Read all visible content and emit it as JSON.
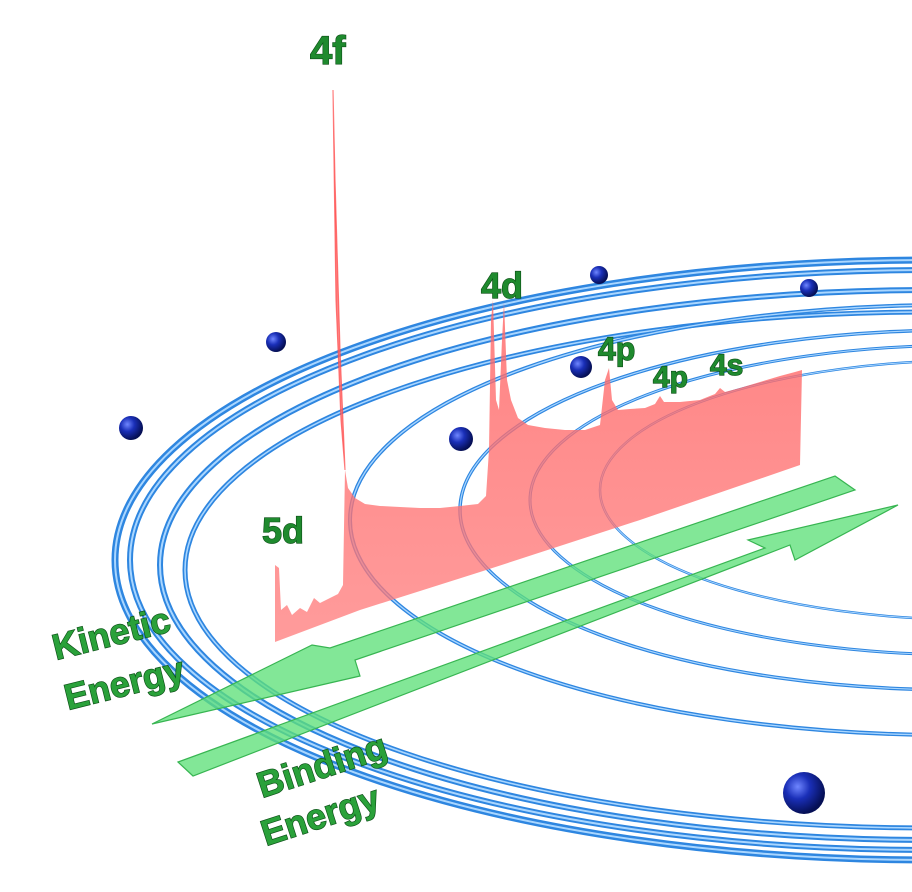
{
  "labels": {
    "peak_4f": "4f",
    "peak_4d": "4d",
    "peak_4p_a": "4p",
    "peak_4p_b": "4p",
    "peak_4s": "4s",
    "peak_5d": "5d",
    "kinetic_1": "Kinetic",
    "kinetic_2": "Energy",
    "binding_1": "Binding",
    "binding_2": "Energy"
  },
  "colors": {
    "orbit": "#5aaaf0",
    "electron": "#0b1e8a",
    "spectrum": "#ff6b6b",
    "arrow": "#5fe07a",
    "label": "#1f8a2e"
  }
}
